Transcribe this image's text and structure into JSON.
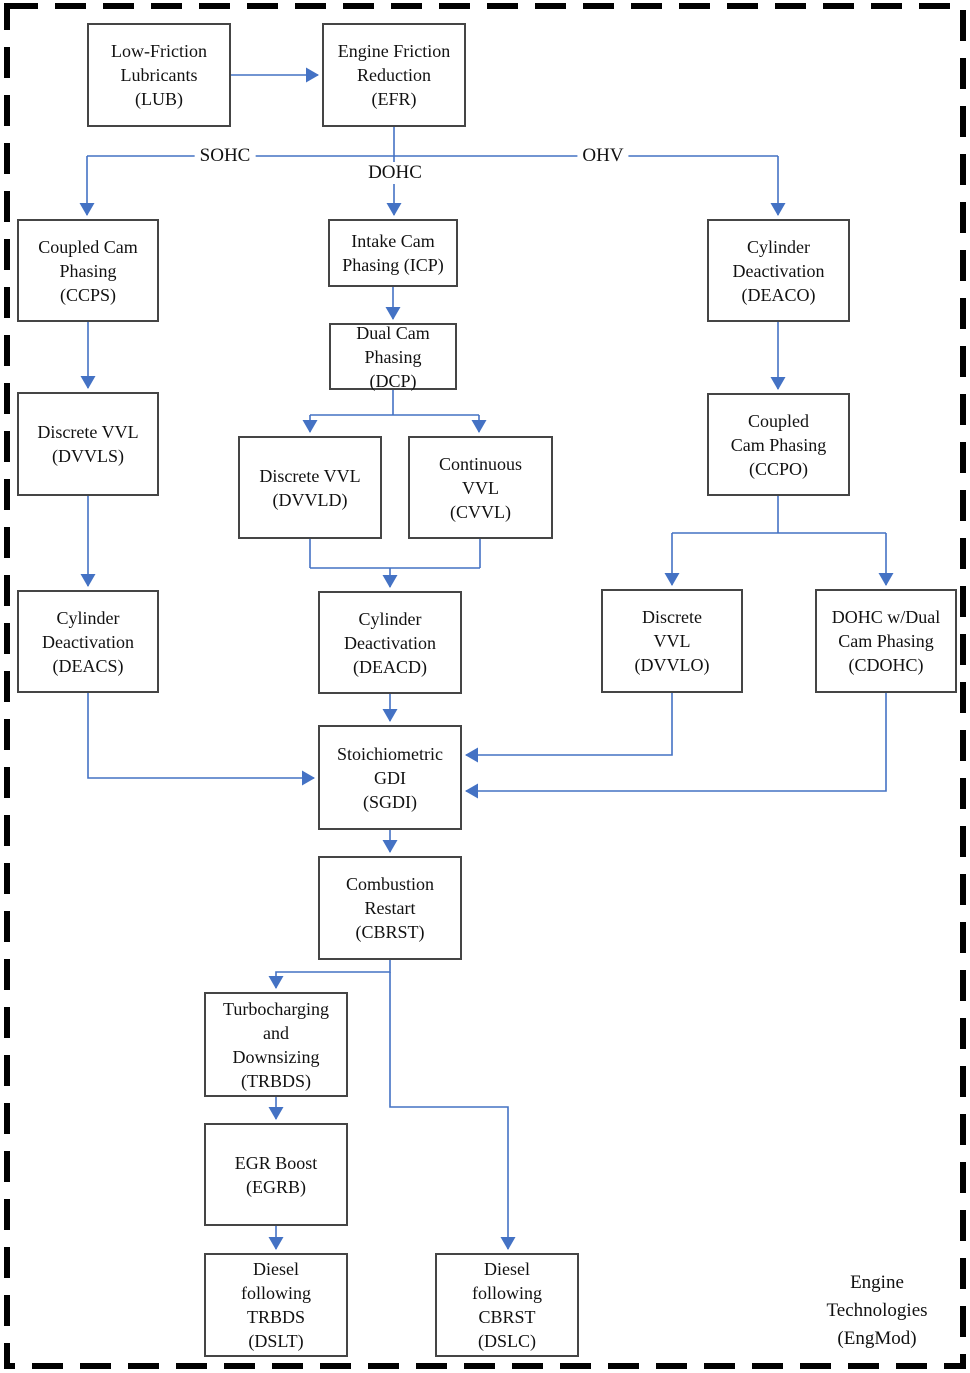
{
  "diagram": {
    "title": "Engine Technologies flowchart",
    "colors": {
      "connector_blue": "#4472C4",
      "box_border_gray": "#454545",
      "frame_black": "#000000",
      "text_black": "#111111"
    },
    "branch_labels": {
      "sohc": "SOHC",
      "dohc": "DOHC",
      "ohv": "OHV"
    },
    "corner_label": {
      "lines": [
        "Engine",
        "Technologies",
        "(EngMod)"
      ]
    },
    "nodes": [
      {
        "id": "LUB",
        "lines": [
          "Low-Friction",
          "Lubricants",
          "(LUB)"
        ]
      },
      {
        "id": "EFR",
        "lines": [
          "Engine Friction",
          "Reduction",
          "(EFR)"
        ]
      },
      {
        "id": "CCPS",
        "lines": [
          "Coupled Cam",
          "Phasing",
          "(CCPS)"
        ]
      },
      {
        "id": "ICP",
        "lines": [
          "Intake Cam",
          "Phasing (ICP)"
        ]
      },
      {
        "id": "DEACO",
        "lines": [
          "Cylinder",
          "Deactivation",
          "(DEACO)"
        ]
      },
      {
        "id": "DCP",
        "lines": [
          "Dual Cam",
          "Phasing",
          "(DCP)"
        ]
      },
      {
        "id": "DVVLS",
        "lines": [
          "Discrete VVL",
          "(DVVLS)"
        ]
      },
      {
        "id": "CCPO",
        "lines": [
          "Coupled",
          "Cam Phasing",
          "(CCPO)"
        ]
      },
      {
        "id": "DVVLD",
        "lines": [
          "Discrete VVL",
          "(DVVLD)"
        ]
      },
      {
        "id": "CVVL",
        "lines": [
          "Continuous",
          "VVL",
          "(CVVL)"
        ]
      },
      {
        "id": "DEACS",
        "lines": [
          "Cylinder",
          "Deactivation",
          "(DEACS)"
        ]
      },
      {
        "id": "DEACD",
        "lines": [
          "Cylinder",
          "Deactivation",
          "(DEACD)"
        ]
      },
      {
        "id": "DVVLO",
        "lines": [
          "Discrete",
          "VVL",
          "(DVVLO)"
        ]
      },
      {
        "id": "CDOHC",
        "lines": [
          "DOHC w/Dual",
          "Cam Phasing",
          "(CDOHC)"
        ]
      },
      {
        "id": "SGDI",
        "lines": [
          "Stoichiometric",
          "GDI",
          "(SGDI)"
        ]
      },
      {
        "id": "CBRST",
        "lines": [
          "Combustion",
          "Restart",
          "(CBRST)"
        ]
      },
      {
        "id": "TRBDS",
        "lines": [
          "Turbocharging",
          "and",
          "Downsizing",
          "(TRBDS)"
        ]
      },
      {
        "id": "EGRB",
        "lines": [
          "EGR Boost",
          "(EGRB)"
        ]
      },
      {
        "id": "DSLT",
        "lines": [
          "Diesel",
          "following",
          "TRBDS",
          "(DSLT)"
        ]
      },
      {
        "id": "DSLC",
        "lines": [
          "Diesel",
          "following",
          "CBRST",
          "(DSLC)"
        ]
      }
    ]
  }
}
